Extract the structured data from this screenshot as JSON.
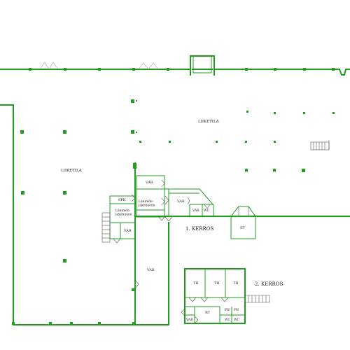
{
  "labels": {
    "liiketila_right": "LIIKETILA",
    "liiketila_left": "LIIKETILA",
    "var_top": "VAR",
    "lammonjakohuone_1": "Lämmön-\njakohuone",
    "spk": "SPK",
    "lammonjakohuone_2": "Lämmön-\njakohuone",
    "var_left": "VAR",
    "var_mid": "VAR",
    "var_small": "VAR",
    "wc_small": "WC",
    "et": "ET",
    "kerros_1": "1. KERROS",
    "var_large": "VAR",
    "th_1": "TH",
    "th_2": "TH",
    "th_3": "TH",
    "kerros_2": "2. KERROS",
    "rt": "RT",
    "ph_1": "PH",
    "ph_2": "PH",
    "wc_1": "WC",
    "wc_2": "WC",
    "var_bottom": "VAR"
  },
  "colors": {
    "wall": "#1f9e1f",
    "text": "#222222",
    "background": "#ffffff"
  }
}
